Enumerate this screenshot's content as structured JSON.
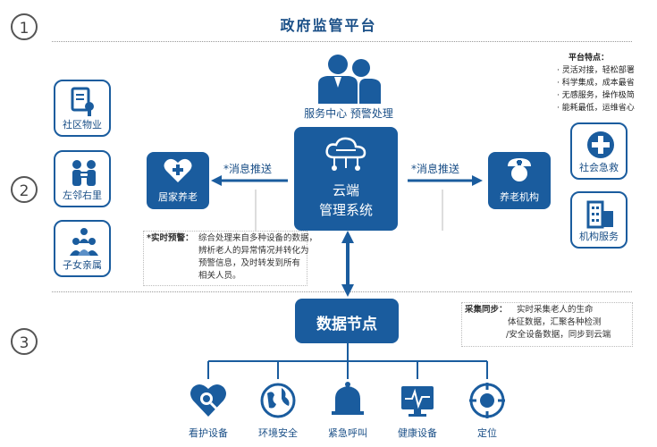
{
  "title": "政府监管平台",
  "row_numbers": [
    "1",
    "2",
    "3"
  ],
  "left_column": [
    {
      "label": "社区物业",
      "icon": "property-icon"
    },
    {
      "label": "左邻右里",
      "icon": "neighbor-icon"
    },
    {
      "label": "子女亲属",
      "icon": "family-icon"
    }
  ],
  "right_column": [
    {
      "label": "社会急救",
      "icon": "first-aid-icon"
    },
    {
      "label": "机构服务",
      "icon": "building-icon"
    }
  ],
  "service_center": {
    "label": "服务中心 预警处理",
    "icon": "people-icon"
  },
  "cloud": {
    "line1": "云端",
    "line2": "管理系统",
    "icon": "cloud-icon"
  },
  "home_care": {
    "label": "居家养老",
    "icon": "heart-plus-icon"
  },
  "institution_care": {
    "label": "养老机构",
    "icon": "nurse-icon"
  },
  "push_left": "*消息推送",
  "push_right": "*消息推送",
  "features": {
    "title": "平台特点：",
    "items": [
      "· 灵活对接，轻松部署",
      "· 科学集成，成本最省",
      "· 无感服务，操作极简",
      "· 能耗最低，运维省心"
    ]
  },
  "warning_note": {
    "label": "*实时预警：",
    "lines": [
      "综合处理来自多种设备的数据，",
      "辨析老人的异常情况并转化为",
      "预警信息，及时转发到所有",
      "相关人员。"
    ]
  },
  "data_node": {
    "label": "数据节点"
  },
  "sync_note": {
    "label": "采集同步：",
    "lines": [
      "实时采集老人的生命",
      "体征数据，汇聚各种检测",
      "/安全设备数据，同步到云端"
    ]
  },
  "devices": [
    {
      "label": "看护设备",
      "icon": "care-device-icon"
    },
    {
      "label": "环境安全",
      "icon": "globe-icon"
    },
    {
      "label": "紧急呼叫",
      "icon": "bell-icon"
    },
    {
      "label": "健康设备",
      "icon": "monitor-icon"
    },
    {
      "label": "定位",
      "icon": "location-icon"
    }
  ],
  "colors": {
    "primary": "#1a5c9e",
    "text": "#1a4f87"
  }
}
